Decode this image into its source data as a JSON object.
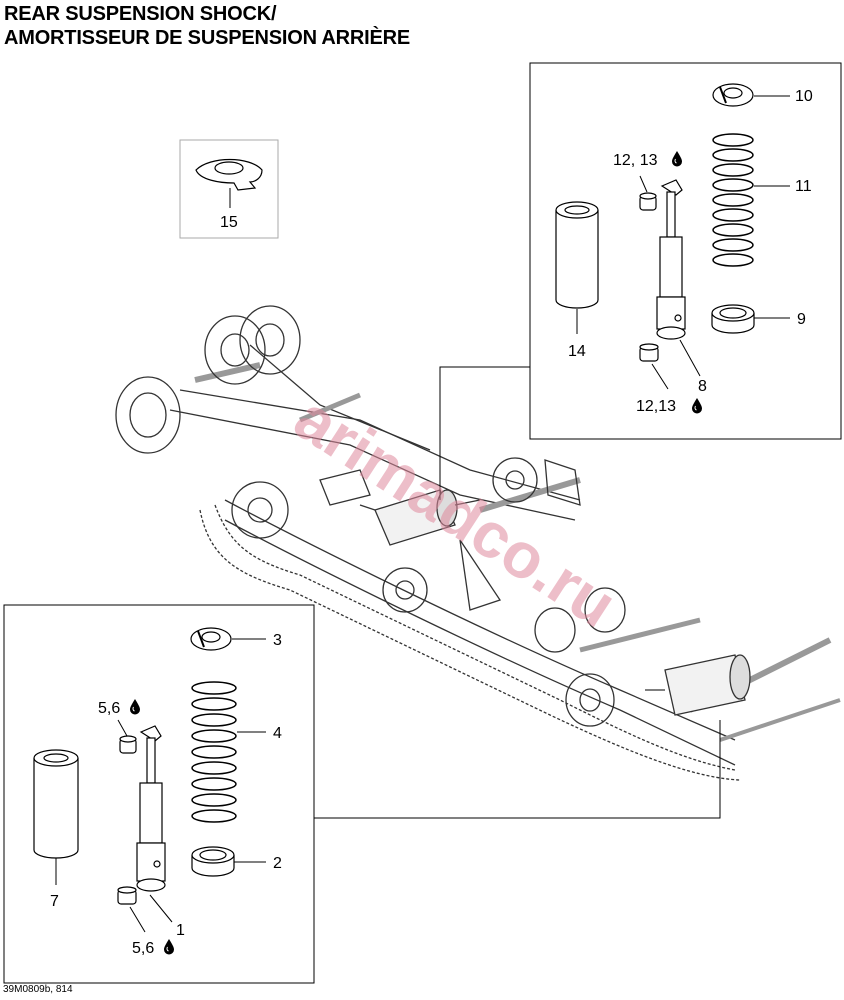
{
  "title": {
    "line1": "REAR SUSPENSION SHOCK/",
    "line2": "AMORTISSEUR DE SUSPENSION ARRIÈRE"
  },
  "callouts": {
    "c1": "1",
    "c2": "2",
    "c3": "3",
    "c4": "4",
    "c56_top": "5,6",
    "c56_bottom": "5,6",
    "c7": "7",
    "c8": "8",
    "c9": "9",
    "c10": "10",
    "c11": "11",
    "c1213_top": "12, 13",
    "c1213_bottom": "12,13",
    "c14": "14",
    "c15": "15"
  },
  "watermark": "arimadco.ru",
  "footer": "39M0809b, 814",
  "icons": {
    "lubricant": "oil-drop-icon"
  }
}
